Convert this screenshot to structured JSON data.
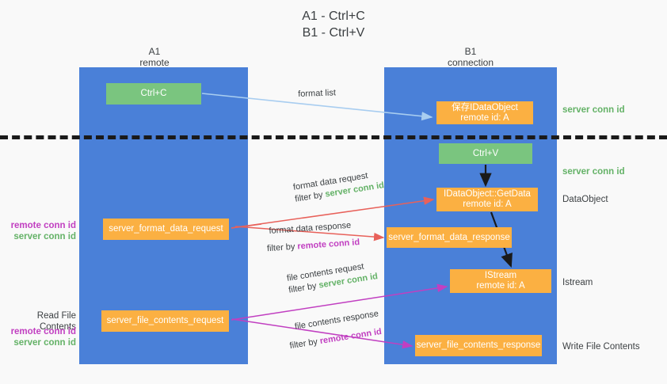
{
  "title": "A1 - Ctrl+C\nB1 - Ctrl+V",
  "columns": {
    "a1": {
      "name": "A1",
      "role": "remote",
      "label": "A1\nremote"
    },
    "b1": {
      "name": "B1",
      "role": "connection",
      "label": "B1\nconnection"
    }
  },
  "nodes": {
    "ctrl_c": "Ctrl+C",
    "idataobject": "保存IDataObject\nremote id: A",
    "ctrl_v": "Ctrl+V",
    "getdata": "IDataObject::GetData\nremote id: A",
    "server_format_data_request": "server_format_data_request",
    "server_format_data_response": "server_format_data_response",
    "istream": "IStream\nremote id: A",
    "server_file_contents_request": "server_file_contents_request",
    "server_file_contents_response": "server_file_contents_response"
  },
  "side_labels": {
    "server_conn_id_top": "server conn id",
    "server_conn_id_mid": "server conn id",
    "dataobject": "DataObject",
    "istream": "Istream",
    "write_file_contents": "Write File Contents",
    "read_file_contents": "Read File Contents",
    "remote_conn_id": "remote conn id",
    "server_conn_id": "server conn id"
  },
  "edges": {
    "format_list": {
      "line1": "format list"
    },
    "format_data_request": {
      "line1": "format data request",
      "prefix": "filter by ",
      "key": "server conn id"
    },
    "format_data_response": {
      "line1": "format data response",
      "prefix": "filter by ",
      "key": "remote conn id"
    },
    "file_contents_request": {
      "line1": "file contents request",
      "prefix": "filter by ",
      "key": "server conn id"
    },
    "file_contents_response": {
      "line1": "file contents response",
      "prefix": "filter by ",
      "key": "remote conn id"
    }
  },
  "colors": {
    "column": "#4a80d8",
    "green_node": "#7ac57f",
    "orange_node": "#fbb042",
    "server_conn_id": "#64b267",
    "remote_conn_id": "#c13fc1",
    "arrow_blue": "#a8cdf0",
    "arrow_red": "#e8615a",
    "arrow_magenta": "#c13fc1",
    "arrow_black": "#1a1a1a",
    "background": "#f9f9f9"
  }
}
